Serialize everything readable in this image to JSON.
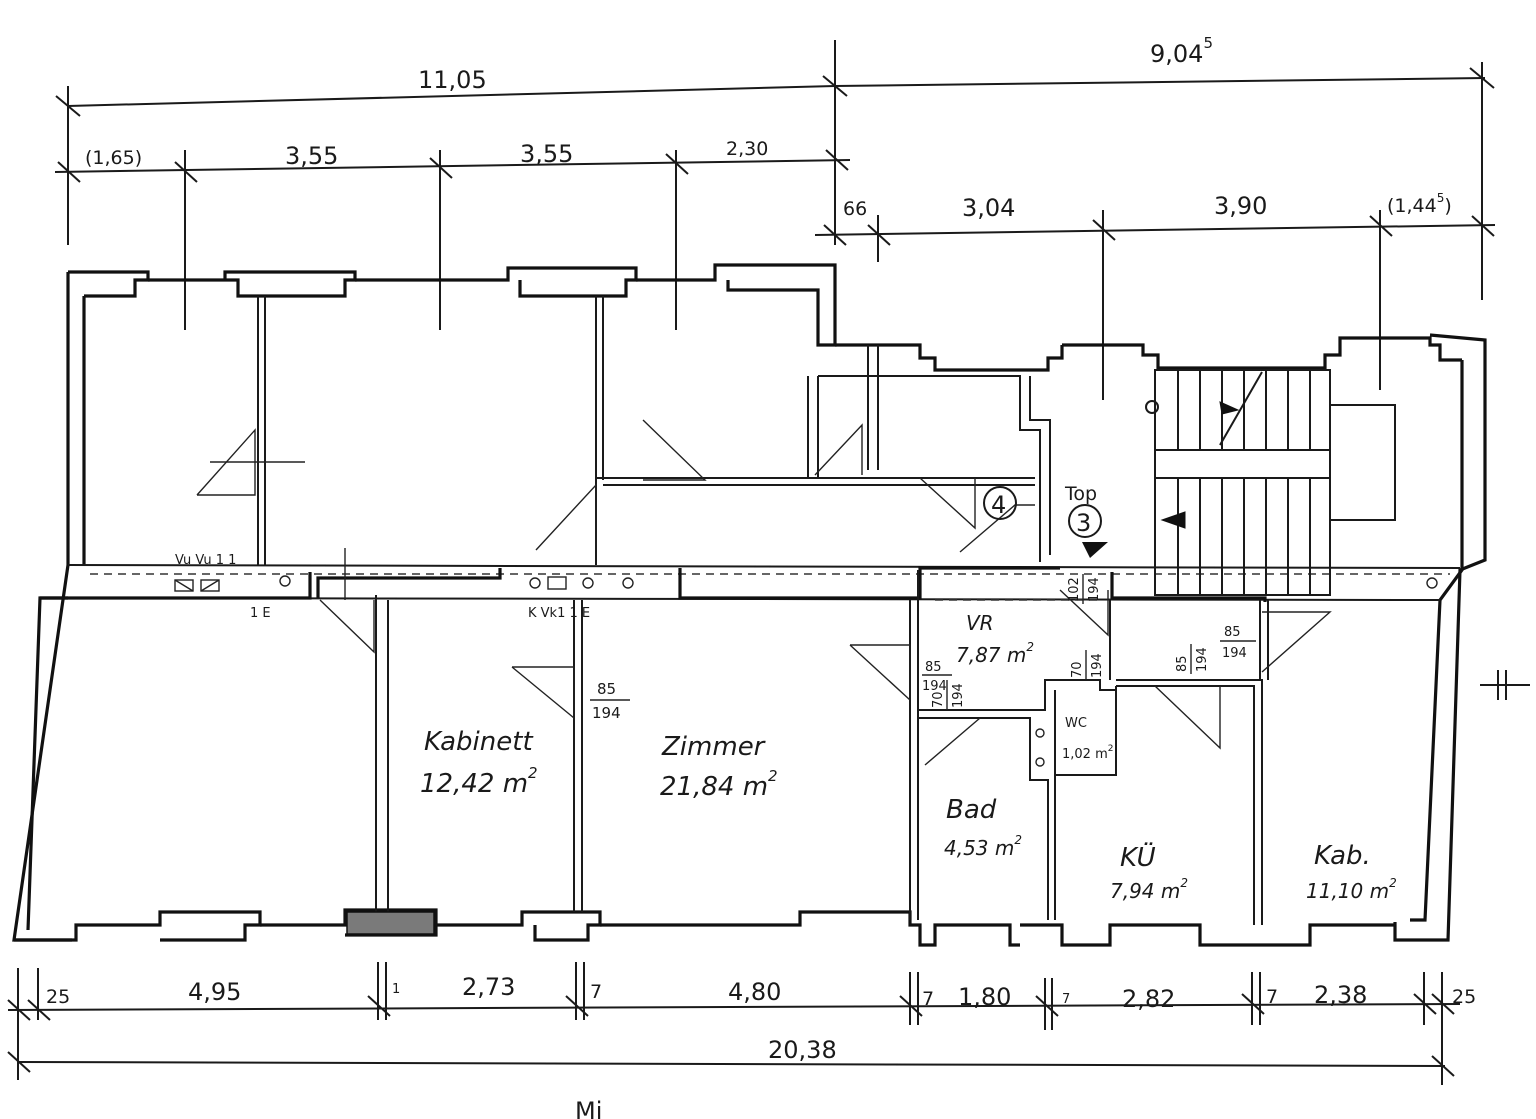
{
  "dimensions": {
    "top_total_left": "11,05",
    "top_total_right": "9,04",
    "top_total_right_sup": "5",
    "top_segments": [
      "(1,65)",
      "3,55",
      "3,55",
      "2,30"
    ],
    "upper_right_segments": [
      "66",
      "3,04",
      "3,90"
    ],
    "upper_right_last": "(1,44",
    "upper_right_last_sup": "5",
    "upper_right_last_close": ")",
    "bottom_segments": [
      "25",
      "4,95",
      "1",
      "2,73",
      "7",
      "4,80",
      "7",
      "1,80",
      "7",
      "2,82",
      "7",
      "2,38",
      "25"
    ],
    "bottom_total": "20,38"
  },
  "rooms": {
    "kabinett": {
      "name": "Kabinett",
      "area": "12,42 m",
      "unit_sup": "2"
    },
    "zimmer": {
      "name": "Zimmer",
      "area": "21,84 m",
      "unit_sup": "2"
    },
    "vr": {
      "name": "VR",
      "area": "7,87 m",
      "unit_sup": "2"
    },
    "wc": {
      "name": "WC",
      "area": "1,02 m",
      "unit_sup": "2"
    },
    "bad": {
      "name": "Bad",
      "area": "4,53 m",
      "unit_sup": "2"
    },
    "kueche": {
      "name": "KÜ",
      "area": "7,94 m",
      "unit_sup": "2"
    },
    "kab": {
      "name": "Kab.",
      "area": "11,10 m",
      "unit_sup": "2"
    }
  },
  "doors": {
    "zimmer_door": {
      "width": "85",
      "height": "194"
    },
    "vr_left_door": {
      "width": "85",
      "height": "194"
    },
    "vr_small_door": {
      "width": "70",
      "height": "194"
    },
    "vr_top_door": {
      "width": "102",
      "height": "194"
    },
    "wc_door": {
      "width": "70",
      "height": "194"
    },
    "kueche_door": {
      "width": "85",
      "height": "194"
    },
    "kab_door": {
      "width": "85",
      "height": "194"
    }
  },
  "markers": {
    "stair_4": "4",
    "stair_3": "3",
    "top_label": "Top",
    "installation_left_top": "Vu Vu 1 1",
    "installation_left_bottom": "1 E",
    "installation_mid_bottom": "K Vk1 1 E"
  },
  "footer_partial": "Mi"
}
